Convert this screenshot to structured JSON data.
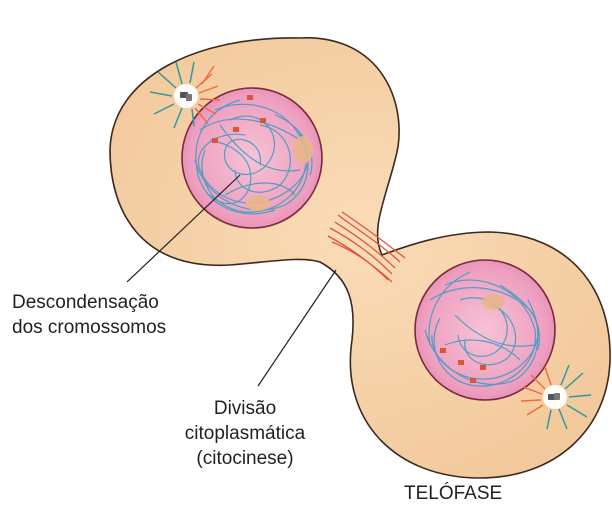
{
  "labels": {
    "chromosome_decondensation": [
      "Descondensação",
      "dos cromossomos"
    ],
    "cytoplasmic_division": [
      "Divisão",
      "citoplasmática",
      "(citocinese)"
    ],
    "phase_title": "TELÓFASE"
  },
  "colors": {
    "cytoplasm": "#f6d2a8",
    "cell_outline": "#3a2a1e",
    "nucleus": "#f0a9c6",
    "nuclear_envelope": "#7a2840",
    "chromatin": "#4a9cc4",
    "midbody": "#e0553a",
    "aster_rays": "#2f9a9c",
    "centrosome_glow": "#f06a3a",
    "nucleolus": "#e8b68a",
    "text": "#231f20"
  },
  "icons": [
    "centrosome-icon",
    "midbody-spindle-icon",
    "chromatin-tangle-icon"
  ]
}
